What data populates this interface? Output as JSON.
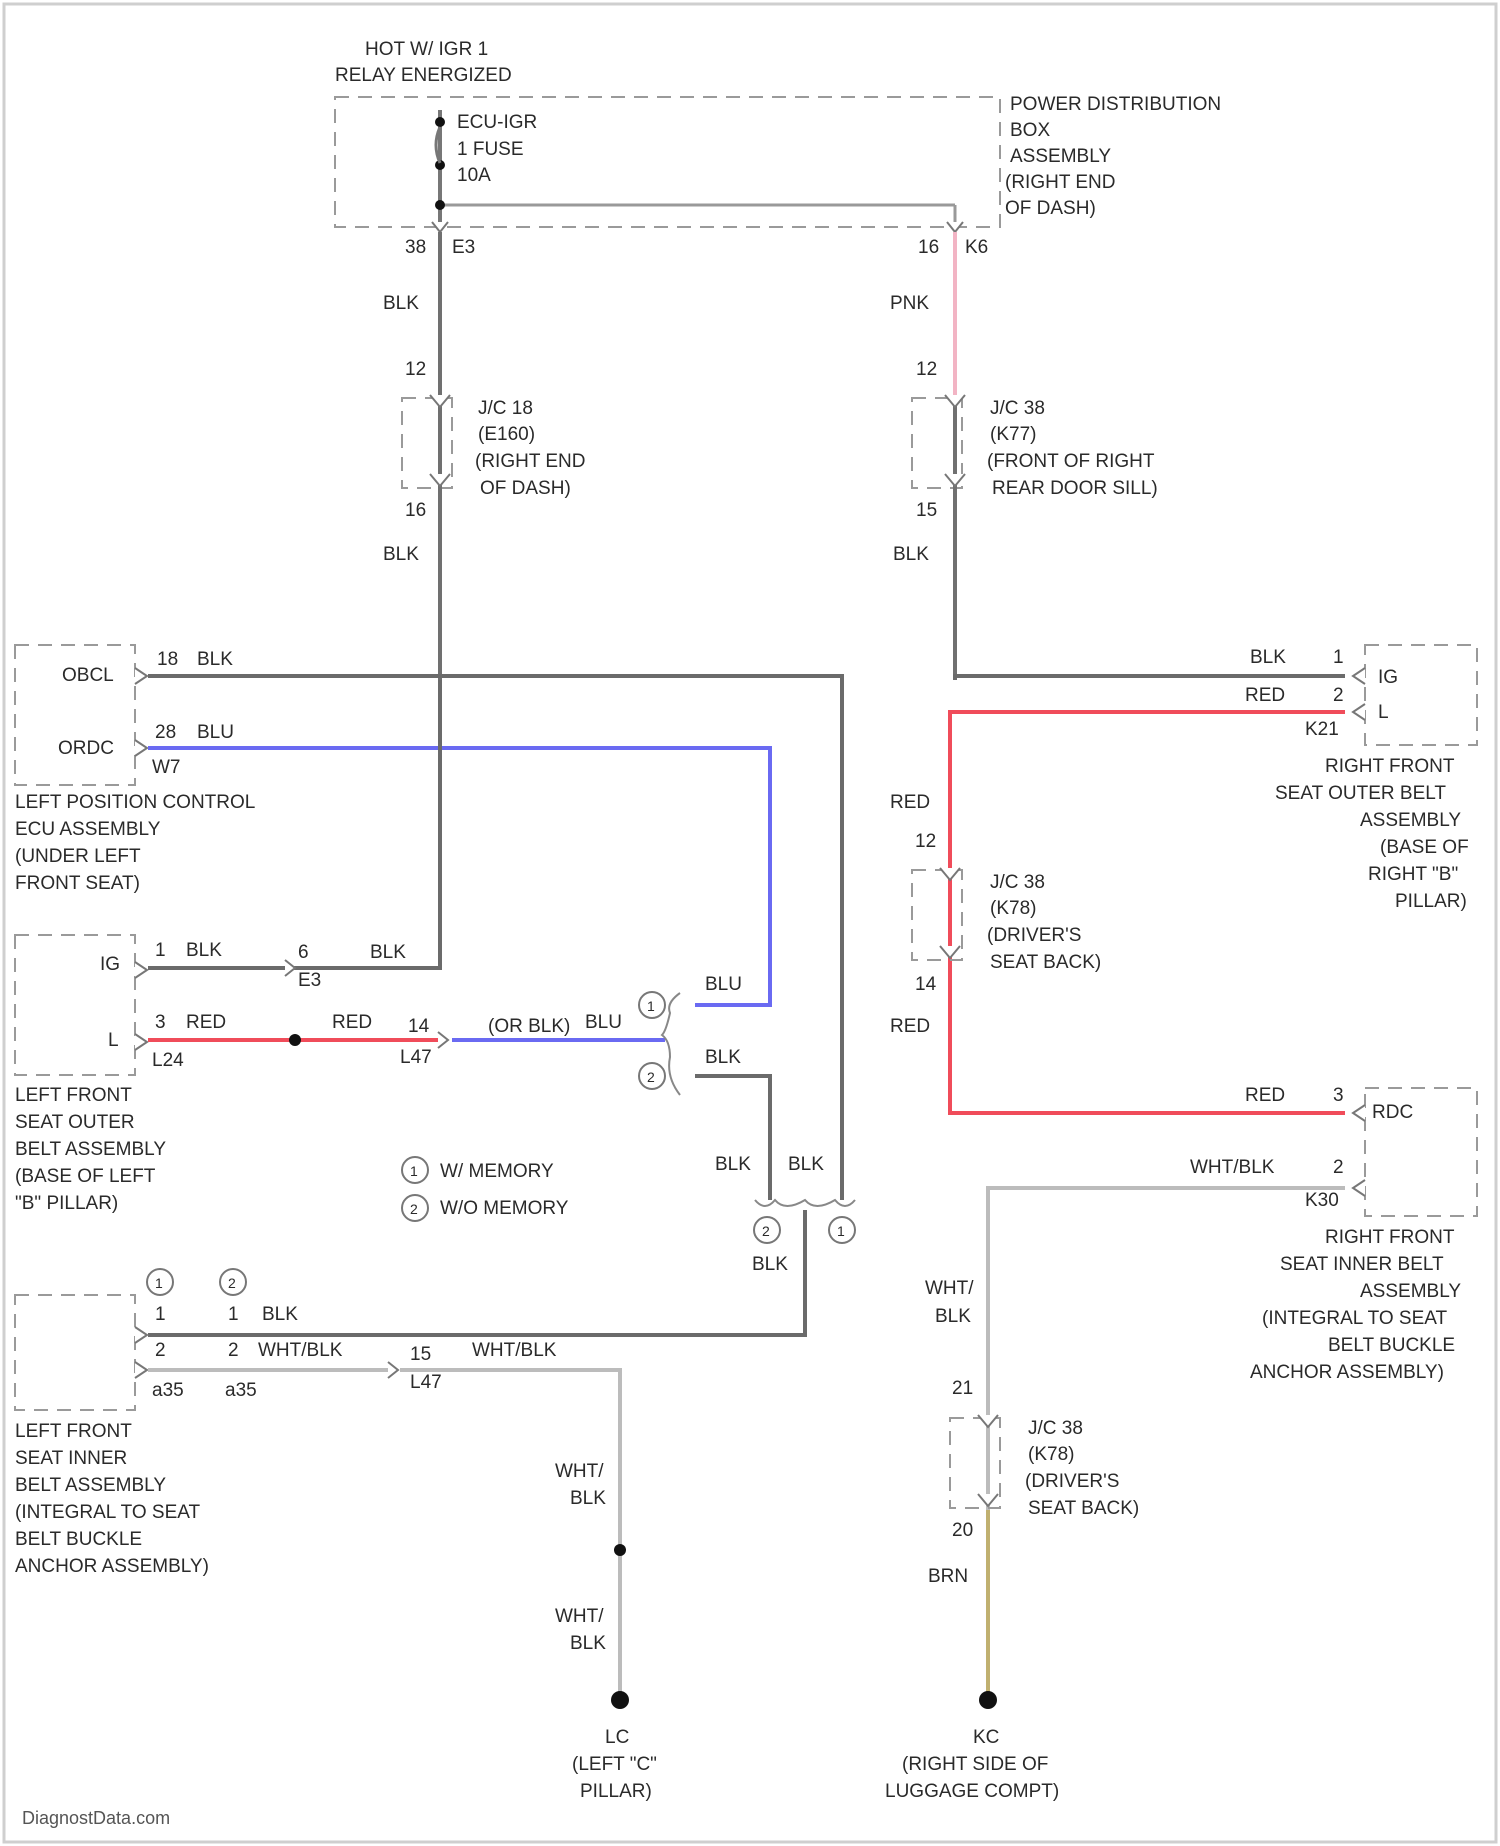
{
  "header": {
    "line1": "HOT W/ IGR 1",
    "line2": "RELAY ENERGIZED"
  },
  "power_box": {
    "fuse_lines": [
      "ECU-IGR",
      "1 FUSE",
      "10A"
    ],
    "name_lines": [
      "POWER DISTRIBUTION",
      "BOX",
      "ASSEMBLY",
      "(RIGHT END",
      "OF DASH)"
    ],
    "pin_left": "38",
    "conn_left": "E3",
    "pin_right": "16",
    "conn_right": "K6"
  },
  "wire_colors_top": {
    "left_a": "BLK",
    "right_a": "PNK",
    "left_b": "BLK",
    "right_b": "BLK"
  },
  "jc_left": {
    "pin_top": "12",
    "pin_bottom": "16",
    "lines": [
      "J/C 18",
      "(E160)",
      "(RIGHT END",
      "OF DASH)"
    ]
  },
  "jc_right_top": {
    "pin_top": "12",
    "pin_bottom": "15",
    "lines": [
      "J/C 38",
      "(K77)",
      "(FRONT OF RIGHT",
      "REAR DOOR SILL)"
    ]
  },
  "ecu": {
    "label_obcl": "OBCL",
    "label_orddc": "ORDC",
    "pin1": "18",
    "color1": "BLK",
    "pin2": "28",
    "color2": "BLU",
    "conn": "W7",
    "name_lines": [
      "LEFT POSITION CONTROL",
      "ECU ASSEMBLY",
      "(UNDER LEFT",
      "FRONT SEAT)"
    ]
  },
  "left_outer_belt": {
    "label_ig": "IG",
    "label_l": "L",
    "pin1": "1",
    "color1": "BLK",
    "pin3": "3",
    "color3": "RED",
    "conn": "L24",
    "name_lines": [
      "LEFT FRONT",
      "SEAT OUTER",
      "BELT ASSEMBLY",
      "(BASE OF LEFT",
      "\"B\" PILLAR)"
    ]
  },
  "mid_wires": {
    "pin_6": "6",
    "conn_e3": "E3",
    "blk_e3": "BLK",
    "red_mid": "RED",
    "pin_14": "14",
    "conn_l47": "L47",
    "color_l47": "(OR BLK)",
    "blu_label": "BLU",
    "blu_upper": "BLU",
    "blk_lower": "BLK",
    "blk_c1": "BLK",
    "blk_c2": "BLK",
    "blk_bottom": "BLK"
  },
  "legend": {
    "m1": "1",
    "t1": "W/ MEMORY",
    "m2": "2",
    "t2": "W/O MEMORY"
  },
  "left_inner_belt": {
    "pin1": "1",
    "pin2": "2",
    "color1": "BLK",
    "color2": "WHT/BLK",
    "pin_1b": "1",
    "pin_2b": "2",
    "conn_a": "a35",
    "conn_b": "a35",
    "pin_15": "15",
    "conn_l47": "L47",
    "color_l47": "WHT/BLK",
    "name_lines": [
      "LEFT FRONT",
      "SEAT INNER",
      "BELT ASSEMBLY",
      "(INTEGRAL TO SEAT",
      "BELT BUCKLE",
      "ANCHOR ASSEMBLY)"
    ]
  },
  "right_outer_belt": {
    "pin1": "1",
    "pin2": "2",
    "color1": "BLK",
    "color2": "RED",
    "conn": "K21",
    "label_ig": "IG",
    "label_l": "L",
    "name_lines": [
      "RIGHT FRONT",
      "SEAT OUTER BELT",
      "ASSEMBLY",
      "(BASE OF",
      "RIGHT \"B\"",
      "PILLAR)"
    ]
  },
  "jc_right_mid": {
    "red_a": "RED",
    "pin_top": "12",
    "pin_bottom": "14",
    "red_b": "RED",
    "lines": [
      "J/C 38",
      "(K78)",
      "(DRIVER'S",
      "SEAT BACK)"
    ]
  },
  "right_inner_belt": {
    "pin3": "3",
    "color3": "RED",
    "label_rdc": "RDC",
    "pin2": "2",
    "color2": "WHT/BLK",
    "conn": "K30",
    "name_lines": [
      "RIGHT FRONT",
      "SEAT INNER BELT",
      "ASSEMBLY",
      "(INTEGRAL TO SEAT",
      "BELT BUCKLE",
      "ANCHOR ASSEMBLY)"
    ]
  },
  "jc_right_bottom": {
    "wire_top_a": "WHT/",
    "wire_top_b": "BLK",
    "pin_top": "21",
    "pin_bottom": "20",
    "wire_bottom": "BRN",
    "lines": [
      "J/C 38",
      "(K78)",
      "(DRIVER'S",
      "SEAT BACK)"
    ]
  },
  "grounds": {
    "left_w1a": "WHT/",
    "left_w1b": "BLK",
    "left_w2a": "WHT/",
    "left_w2b": "BLK",
    "left_id": "LC",
    "left_lines": [
      "(LEFT \"C\"",
      "PILLAR)"
    ],
    "right_id": "KC",
    "right_lines": [
      "(RIGHT SIDE OF",
      "LUGGAGE COMPT)"
    ]
  },
  "watermark": "DiagnostData.com",
  "colors": {
    "blk": "#6b6b6b",
    "pnk": "#f2b4c4",
    "blu": "#6a6af2",
    "red": "#f04c5a",
    "brn": "#c0b070",
    "wht_blk": "#bcbcbc"
  }
}
